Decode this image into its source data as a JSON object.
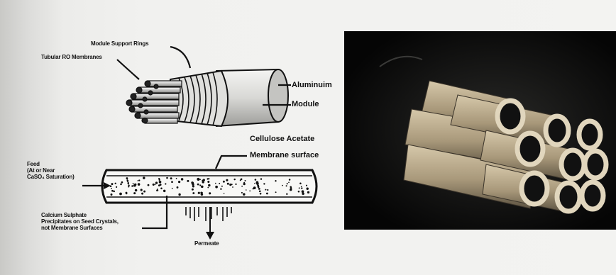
{
  "labels": {
    "module_support_rings": "Module Support Rings",
    "tubular_ro_membranes": "Tubular RO Membranes",
    "aluminium": "Aluminuim",
    "module": "Module",
    "cellulose_acetate": "Cellulose Acetate",
    "membrane_surface": "Membrane surface",
    "feed_line1": "Feed",
    "feed_line2": "(At or Near",
    "feed_line3": "CaSO₄ Saturation)",
    "calcium_line1": "Calcium Sulphate",
    "calcium_line2": "Precipitates on Seed Crystals,",
    "calcium_line3": "not Membrane Surfaces",
    "permeate": "Permeate"
  },
  "colors": {
    "ink": "#111111",
    "photo_bg": "#0c0c0c",
    "tube_tan": "#b9a98c",
    "tube_shadow": "#6f6450"
  }
}
